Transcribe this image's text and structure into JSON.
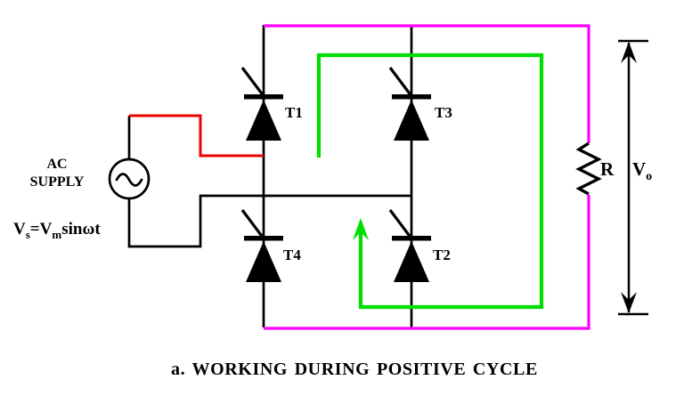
{
  "colors": {
    "wire": "#000000",
    "supply_wire": "#ee0000",
    "current_path": "#00dd00",
    "output_loop": "#ff00ff",
    "paper": "#ffffff"
  },
  "source": {
    "name_line1": "AC",
    "name_line2": "SUPPLY",
    "formula": {
      "sym": "V",
      "sub1": "s",
      "mid": "=V",
      "sub2": "m",
      "tail": "sinωt"
    }
  },
  "thyristors": {
    "t1": "T1",
    "t3": "T3",
    "t4": "T4",
    "t2": "T2"
  },
  "load": {
    "resistor": "R",
    "output_sym": "V",
    "output_sub": "o"
  },
  "caption": "a. WORKING DURING POSITIVE CYCLE"
}
